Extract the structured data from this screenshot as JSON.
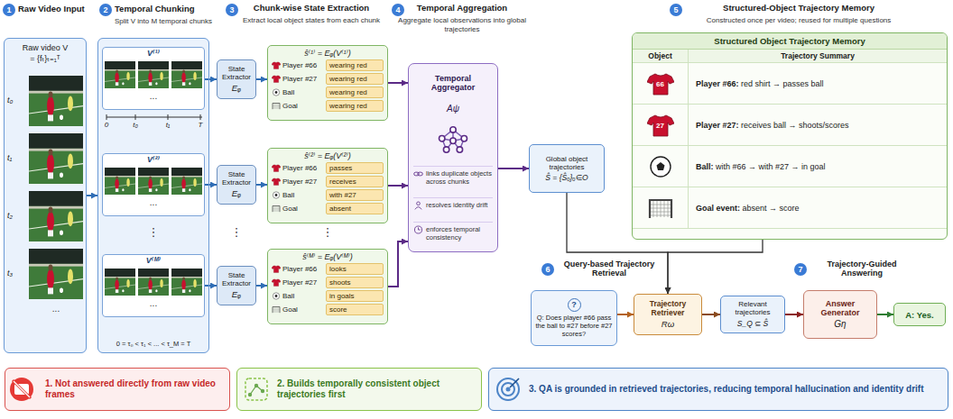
{
  "diagram": {
    "nodes": [
      {
        "text": [
          "Raw video V",
          "= {fₜ}ₜ₌₁ᵀ"
        ]
      },
      {
        "text": [
          "0 = τ₀ < τ₁ < ... < τ_M = T"
        ]
      },
      {
        "text": [
          "V⁽¹⁾"
        ],
        "in": 1
      },
      {
        "text": [
          "V⁽²⁾"
        ],
        "in": 1
      },
      {
        "text": [
          "V⁽ᴹ⁾"
        ],
        "in": 1
      },
      {
        "text": [
          "State Extractor",
          "Eᵩ"
        ]
      },
      {
        "text": [
          "State Extractor",
          "Eᵩ"
        ]
      },
      {
        "text": [
          "State Extractor",
          "Eᵩ"
        ]
      },
      {
        "text": [
          "ŝ⁽¹⁾ = Eᵩ(V⁽¹⁾)",
          "Player #66",
          "wearing red",
          "Player #27",
          "wearing red",
          "Ball",
          "wearing red",
          "Goal",
          "wearing red"
        ]
      },
      {
        "text": [
          "ŝ⁽²⁾ = Eᵩ(V⁽²⁾)",
          "Player #66",
          "passes",
          "Player #27",
          "receives",
          "Ball",
          "with #27",
          "Goal",
          "absent"
        ]
      },
      {
        "text": [
          "ŝ⁽ᴹ⁾ = Eᵩ(V⁽ᴹ⁾)",
          "Player #66",
          "looks",
          "Player #27",
          "shoots",
          "Ball",
          "in goals",
          "Goal",
          "score"
        ]
      },
      {
        "text": [
          "Temporal Aggregator",
          "Aψ",
          "links duplicate objects across chunks",
          "resolves identity drift",
          "enforces temporal consistency"
        ]
      },
      {
        "text": [
          "Global object trajectories",
          "Ŝ = {Ŝₒ}ₒ∈O"
        ]
      },
      {
        "text": [
          "Structured Object Trajectory Memory",
          "Object",
          "Trajectory Summary",
          "Player #66: red shirt → passes ball",
          "Player #27: receives ball → shoots/scores",
          "Ball: with #66 → with #27 → in goal",
          "Goal event: absent → score"
        ]
      },
      {
        "text": [
          "Q: Does player #66 pass the ball to #27 before #27 scores?"
        ]
      },
      {
        "text": [
          "Trajectory Retriever",
          "Rω"
        ]
      },
      {
        "text": [
          "Relevant trajectories",
          "S_Q ⊆ Ŝ"
        ]
      },
      {
        "text": [
          "Answer Generator",
          "Gη"
        ]
      },
      {
        "text": [
          "A: Yes."
        ]
      },
      {
        "text": [
          "1. Not answered directly from raw video frames"
        ]
      },
      {
        "text": [
          "2. Builds temporally consistent object trajectories first"
        ]
      },
      {
        "text": [
          "3. QA is grounded in retrieved trajectories, reducing temporal hallucination and identity drift"
        ]
      }
    ],
    "edges": [
      {
        "from": 0,
        "to": 1,
        "arrow": "to"
      },
      {
        "from": 2,
        "to": 5,
        "arrow": "to"
      },
      {
        "from": 3,
        "to": 6,
        "arrow": "to"
      },
      {
        "from": 4,
        "to": 7,
        "arrow": "to"
      },
      {
        "from": 5,
        "to": 8,
        "arrow": "to"
      },
      {
        "from": 6,
        "to": 9,
        "arrow": "to"
      },
      {
        "from": 7,
        "to": 10,
        "arrow": "to"
      },
      {
        "from": 8,
        "to": 11,
        "arrow": "to"
      },
      {
        "from": 9,
        "to": 11,
        "arrow": "to"
      },
      {
        "from": 10,
        "to": 11,
        "arrow": "to"
      },
      {
        "from": 11,
        "to": 12,
        "arrow": "to"
      },
      {
        "from": 12,
        "to": 15,
        "arrow": "to"
      },
      {
        "from": 13,
        "to": 15,
        "arrow": "to"
      },
      {
        "from": 14,
        "to": 15,
        "arrow": "to"
      },
      {
        "from": 15,
        "to": 16,
        "arrow": "to"
      },
      {
        "from": 16,
        "to": 17,
        "arrow": "to"
      },
      {
        "from": 17,
        "to": 18,
        "arrow": "to"
      }
    ],
    "labels": [
      "1",
      "Raw Video Input",
      "2",
      "Temporal Chunking",
      "Split V into M temporal chunks",
      "3",
      "Chunk-wise State Extraction",
      "Extract local object states from each chunk",
      "4",
      "Temporal Aggregation",
      "Aggregate local observations into global trajectories",
      "5",
      "Structured-Object Trajectory Memory",
      "Constructed once per video; reused for multiple questions",
      "6",
      "Query-based Trajectory Retrieval",
      "7",
      "Trajectory-Guided Answering",
      "t₀",
      "t₁",
      "t₂",
      "t₃",
      "...",
      "...",
      "0",
      "t₀",
      "t₁",
      "T",
      "...",
      "⋮",
      "...",
      "⋮",
      "⋮",
      "66",
      "27",
      "?"
    ]
  }
}
